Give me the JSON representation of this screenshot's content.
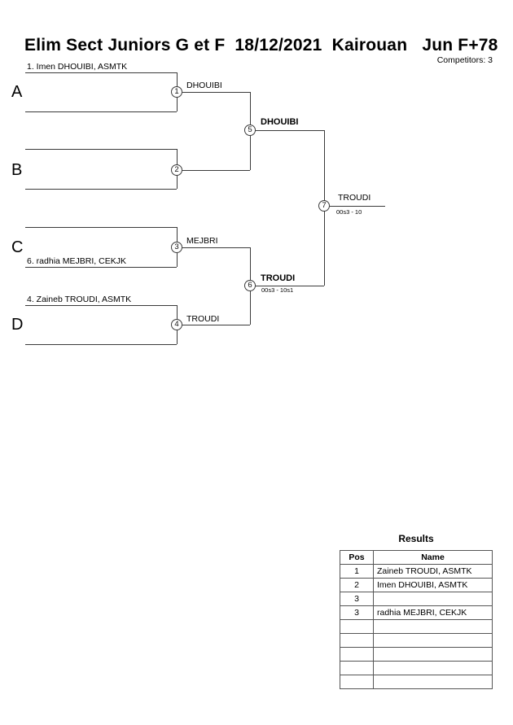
{
  "header": {
    "title": "Elim Sect Juniors G et F  18/12/2021  Kairouan   Jun F+78",
    "competitors": "Competitors: 3"
  },
  "bracket": {
    "groups": [
      {
        "label": "A",
        "top_entrant": "1. Imen DHOUIBI, ASMTK",
        "bottom_entrant": ""
      },
      {
        "label": "B",
        "top_entrant": "",
        "bottom_entrant": ""
      },
      {
        "label": "C",
        "top_entrant": "",
        "bottom_entrant": "6. radhia MEJBRI, CEKJK"
      },
      {
        "label": "D",
        "top_entrant": "4. Zaineb TROUDI, ASMTK",
        "bottom_entrant": ""
      }
    ],
    "matches": [
      {
        "number": "1",
        "winner": "DHOUIBI",
        "score": ""
      },
      {
        "number": "2",
        "winner": "",
        "score": ""
      },
      {
        "number": "3",
        "winner": "MEJBRI",
        "score": ""
      },
      {
        "number": "4",
        "winner": "TROUDI",
        "score": ""
      },
      {
        "number": "5",
        "winner": "DHOUIBI",
        "score": ""
      },
      {
        "number": "6",
        "winner": "TROUDI",
        "score": "00s3 - 10s1"
      },
      {
        "number": "7",
        "winner": "TROUDI",
        "score": "00s3 - 10"
      }
    ]
  },
  "results": {
    "title": "Results",
    "columns": [
      "Pos",
      "Name"
    ],
    "rows": [
      {
        "pos": "1",
        "name": "Zaineb TROUDI, ASMTK"
      },
      {
        "pos": "2",
        "name": "Imen DHOUIBI, ASMTK"
      },
      {
        "pos": "3",
        "name": ""
      },
      {
        "pos": "3",
        "name": "radhia MEJBRI, CEKJK"
      },
      {
        "pos": "",
        "name": ""
      },
      {
        "pos": "",
        "name": ""
      },
      {
        "pos": "",
        "name": ""
      },
      {
        "pos": "",
        "name": ""
      },
      {
        "pos": "",
        "name": ""
      }
    ]
  }
}
